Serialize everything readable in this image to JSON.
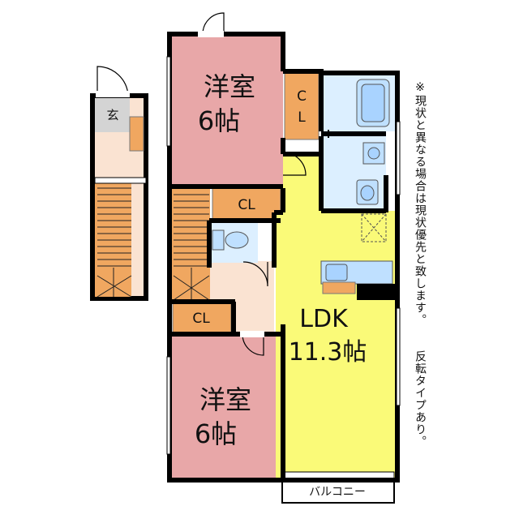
{
  "rooms": {
    "western_top": {
      "name": "洋室",
      "size": "6帖"
    },
    "western_bottom": {
      "name": "洋室",
      "size": "6帖"
    },
    "ldk": {
      "name": "LDK",
      "size": "11.3帖"
    },
    "closet_top_c": "C",
    "closet_top_l": "L",
    "closet_mid": "CL",
    "closet_bottom": "CL",
    "entrance": "玄",
    "balcony": "バルコニー"
  },
  "note_lines": [
    "※現状と異なる場合は現状優先と致します。",
    "反転タイプあり。"
  ],
  "colors": {
    "western": "#e8a7a8",
    "ldk": "#fafa78",
    "closet": "#f0a760",
    "water": "#dcefff",
    "hall": "#fae3d2",
    "entrance": "#d4d4d4",
    "wall": "#000000"
  }
}
